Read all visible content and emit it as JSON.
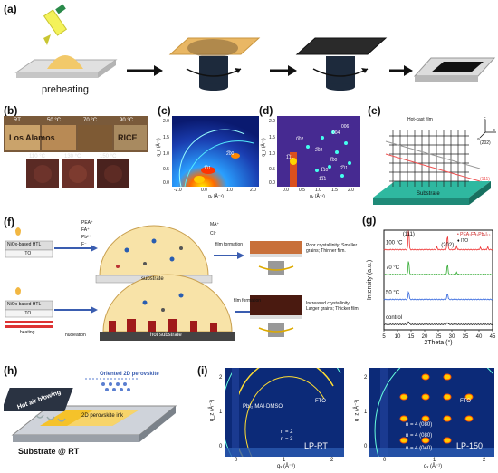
{
  "panels": {
    "a": {
      "label": "(a)",
      "caption": "preheating"
    },
    "b": {
      "label": "(b)",
      "temps_top": [
        "RT",
        "50 °C",
        "70 °C",
        "90 °C"
      ],
      "temps_bottom": [
        "110 °C",
        "130 °C",
        "150 °C"
      ],
      "logo_text": [
        "Los Alamos",
        "RICE"
      ]
    },
    "c": {
      "label": "(c)",
      "xlabel": "qₓ (Å⁻¹)",
      "ylabel": "q_z (Å⁻¹)",
      "xticks": [
        "-2.0",
        "0.0",
        "1.0",
        "2.0"
      ],
      "yticks": [
        "0.0",
        "0.5",
        "1.0",
        "1.5",
        "2.0"
      ],
      "peaks": [
        "1̅11",
        "2̅00"
      ]
    },
    "d": {
      "label": "(d)",
      "xlabel": "qₓ (Å⁻¹)",
      "ylabel": "q_z (Å⁻¹)",
      "xticks": [
        "0.0",
        "0.5",
        "1.0",
        "1.5",
        "2.0"
      ],
      "yticks": [
        "0.0",
        "0.5",
        "1.0",
        "1.5",
        "2.0"
      ],
      "peaks": [
        "004",
        "006",
        "2̅00",
        "2̅02",
        "0̅02",
        "1̅11",
        "1̅10",
        "2̅11",
        "1̅1̅1"
      ]
    },
    "e": {
      "label": "(e)",
      "title": "Hot-cast film",
      "annotations": [
        "(202)",
        "(111)"
      ],
      "substrate": "Substrate",
      "axes": [
        "c",
        "a",
        "b"
      ]
    },
    "f": {
      "label": "(f)",
      "ions_left": [
        "PEA⁺",
        "FA⁺",
        "Pb²⁺",
        "F⁻"
      ],
      "ions_right": [
        "MA⁺",
        "Cl⁻"
      ],
      "layer_top": "NiOx-based HTL",
      "layer_ito": "ITO",
      "substrate": "substrate",
      "hot_substrate": "hot substrate",
      "heating": "heating",
      "nucleation": "nucleation",
      "film_formation": "film formation",
      "result_top": "Poor crystallinity; Smaller grains; Thinner film.",
      "result_bottom": "Increased crystallinity; Larger grains; Thicker film."
    },
    "g": {
      "label": "(g)",
      "legend": [
        "PEA₂FA₃Pb₄I₁₃",
        "ITO"
      ]
    },
    "h": {
      "label": "(h)",
      "hot_air": "Hot air blowing",
      "ink": "2D perovskite ink",
      "oriented": "Oriented 2D perovskite",
      "substrate": "Substrate @ RT"
    },
    "i": {
      "label": "(i)",
      "ylabel": "q_z (Å⁻¹)",
      "xlabel": "qₓ (Å⁻¹)",
      "left_title": "LP-RT",
      "right_title": "LP-150",
      "left_annotations": [
        "PbI₂·MAI·DMSO",
        "FTO",
        "n = 2",
        "n = 3"
      ],
      "right_annotations": [
        "FTO",
        "n = 4 (080)",
        "n = 4 (080)",
        "n = 4 (040)"
      ],
      "yticks": [
        "0",
        "1",
        "2"
      ],
      "xticks": [
        "0",
        "1",
        "2"
      ]
    }
  },
  "chart_data": {
    "type": "line",
    "xlabel": "2Theta (°)",
    "ylabel": "Intensity (a.u.)",
    "xlim": [
      5,
      45
    ],
    "xticks": [
      5,
      10,
      15,
      20,
      25,
      30,
      35,
      40,
      45
    ],
    "series": [
      {
        "name": "100 °C",
        "color": "#ee3333",
        "peaks": [
          {
            "x": 14.1,
            "h": 1.0
          },
          {
            "x": 28.4,
            "h": 0.7
          },
          {
            "x": 31.8,
            "h": 0.15
          },
          {
            "x": 24.5,
            "h": 0.12
          },
          {
            "x": 40.5,
            "h": 0.1
          },
          {
            "x": 43.2,
            "h": 0.12
          }
        ]
      },
      {
        "name": "70 °C",
        "color": "#33aa33",
        "peaks": [
          {
            "x": 14.1,
            "h": 0.7
          },
          {
            "x": 28.4,
            "h": 0.5
          },
          {
            "x": 31.8,
            "h": 0.1
          }
        ]
      },
      {
        "name": "50 °C",
        "color": "#3366dd",
        "peaks": [
          {
            "x": 14.1,
            "h": 0.4
          },
          {
            "x": 28.4,
            "h": 0.3
          }
        ]
      },
      {
        "name": "control",
        "color": "#222222",
        "peaks": [
          {
            "x": 14.1,
            "h": 0.15
          },
          {
            "x": 28.4,
            "h": 0.1
          }
        ]
      }
    ],
    "annotations": [
      "(111)",
      "(202)"
    ]
  }
}
